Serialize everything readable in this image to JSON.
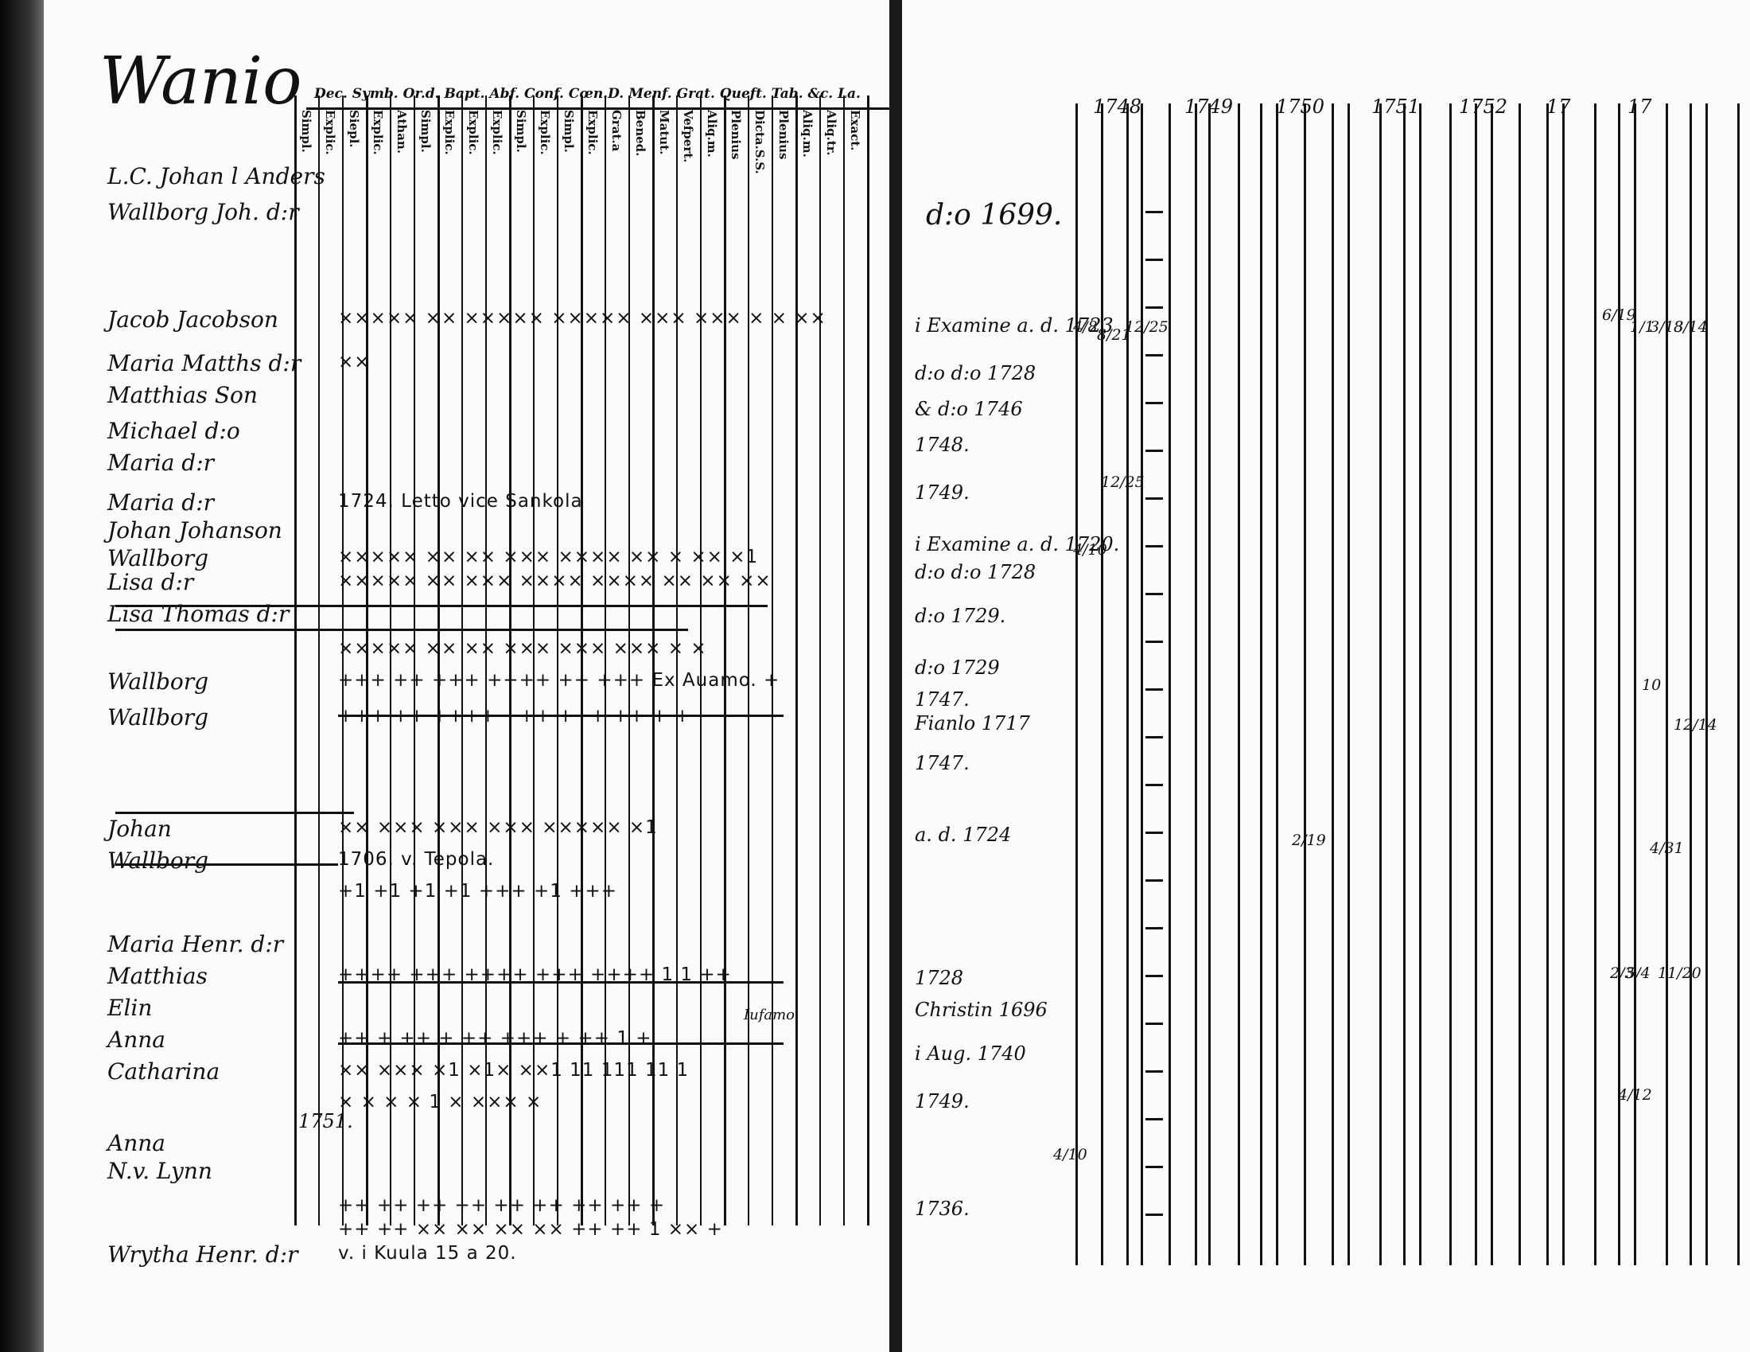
{
  "left": {
    "title": "Wanio",
    "header": "Dec. Symb. Or.d. Bapt. Abf. Conf. Cœn.D. Menf. Grat. Queft. Tab. &c. La.",
    "subheaders": [
      "Simpl.",
      "Explic.",
      "Siepl.",
      "Explic.",
      "Athan.",
      "Simpl.",
      "Explic.",
      "Explic.",
      "Explic.",
      "Simpl.",
      "Explic.",
      "Simpl.",
      "Explic.",
      "Grat.a",
      "Bened.",
      "Matut.",
      "Vefpert.",
      "Aliq.m.",
      "Plenius",
      "Dicta.S.S.",
      "Plenius",
      "Aliq.m.",
      "Aliq.tr.",
      "Exact."
    ],
    "rows": [
      {
        "name": "L.C. Johan l Anders",
        "marks": ""
      },
      {
        "name": "Wallborg Joh. d:r",
        "marks": ""
      },
      {
        "name": "Jacob Jacobson",
        "marks": "××××× ×× ××××× ××××× ××× ××× × × ××"
      },
      {
        "name": "Maria Matths d:r",
        "marks": "××"
      },
      {
        "name": "Matthias Son",
        "marks": ""
      },
      {
        "name": "Michael d:o",
        "marks": ""
      },
      {
        "name": "Maria d:r",
        "marks": ""
      },
      {
        "name": "Maria d:r",
        "marks": "1724. Letto vice Sankola"
      },
      {
        "name": "Johan Johanson",
        "marks": ""
      },
      {
        "name": "Wallborg",
        "marks": "××××× ×× ×× ××× ×××× ×× × ×× ×1"
      },
      {
        "name": "Lisa d:r",
        "marks": "××××× ×× ××× ×××× ×××× ×× ×× ××"
      },
      {
        "name": "Lisa Thomas d:r",
        "marks": ""
      },
      {
        "name": "",
        "marks": "××××× ×× ×× ××× ××× ××× × ×"
      },
      {
        "name": "Wallborg",
        "marks": "+++ ++ +++ ++++ ++ +++ Ex Auamo. +"
      },
      {
        "name": "Wallborg",
        "marks": "+++ ++ ++++ +++ +++ ++ + +"
      },
      {
        "name": "",
        "marks": ""
      },
      {
        "name": "Johan",
        "marks": "×× ××× ××× ××× ××××× ×1"
      },
      {
        "name": "Wallborg",
        "marks": "1706. v. Tepola."
      },
      {
        "name": "",
        "marks": "+1 +1 +1 +1 +++ +1 +++"
      },
      {
        "name": "Maria Henr. d:r",
        "marks": ""
      },
      {
        "name": "Matthias",
        "marks": "++++ +++ ++++ +++ ++++ 1 1 ++"
      },
      {
        "name": "Elin",
        "marks": ""
      },
      {
        "name": "Anna",
        "marks": "++ + ++ + ++ +++ + ++ 1 +"
      },
      {
        "name": "Catharina",
        "marks": "×× ××× ×1 ×1× ××1 11 111 11 1"
      },
      {
        "name": "",
        "marks": "× × × × 1 × ××× ×"
      },
      {
        "name": "Anna",
        "marks": ""
      },
      {
        "name": "N.v. Lynn",
        "marks": ""
      },
      {
        "name": "",
        "marks": "++ ++ ++ ++ ++ ++ ++ ++ +"
      },
      {
        "name": "",
        "marks": "++ ++ ×× ×× ×× ×× ++ ++ 1 ×× +"
      },
      {
        "name": "Wrytha Henr. d:r",
        "marks": "v. i Kuula 15 a 20."
      }
    ],
    "side_notes": [
      "1751.",
      "Iufamo"
    ]
  },
  "right": {
    "years": [
      "1748",
      "1749",
      "1750",
      "1751",
      "1752",
      "17",
      "17"
    ],
    "dates": [
      {
        "text": "d:o 1699."
      },
      {
        "text": "i Examine a. d. 1723"
      },
      {
        "text": "d:o d:o 1728"
      },
      {
        "text": "& d:o 1746"
      },
      {
        "text": "1748."
      },
      {
        "text": "1749."
      },
      {
        "text": "i Examine a. d. 1720."
      },
      {
        "text": "d:o d:o 1728"
      },
      {
        "text": "d:o 1729."
      },
      {
        "text": "d:o 1729"
      },
      {
        "text": "1747."
      },
      {
        "text": "Fianlo 1717"
      },
      {
        "text": "1747."
      },
      {
        "text": "a. d. 1724"
      },
      {
        "text": "1728"
      },
      {
        "text": "Christin 1696"
      },
      {
        "text": "i Aug. 1740"
      },
      {
        "text": "1749."
      },
      {
        "text": "1736."
      }
    ],
    "fractions": [
      "4/8",
      "8/21",
      "12/25",
      "6/19",
      "1/1",
      "3/13",
      "8/14",
      "12/25",
      "4/10",
      "4/31",
      "2/19",
      "10",
      "12/14",
      "2/3",
      "5/4",
      "11/20",
      "4/12",
      "4/10"
    ]
  }
}
